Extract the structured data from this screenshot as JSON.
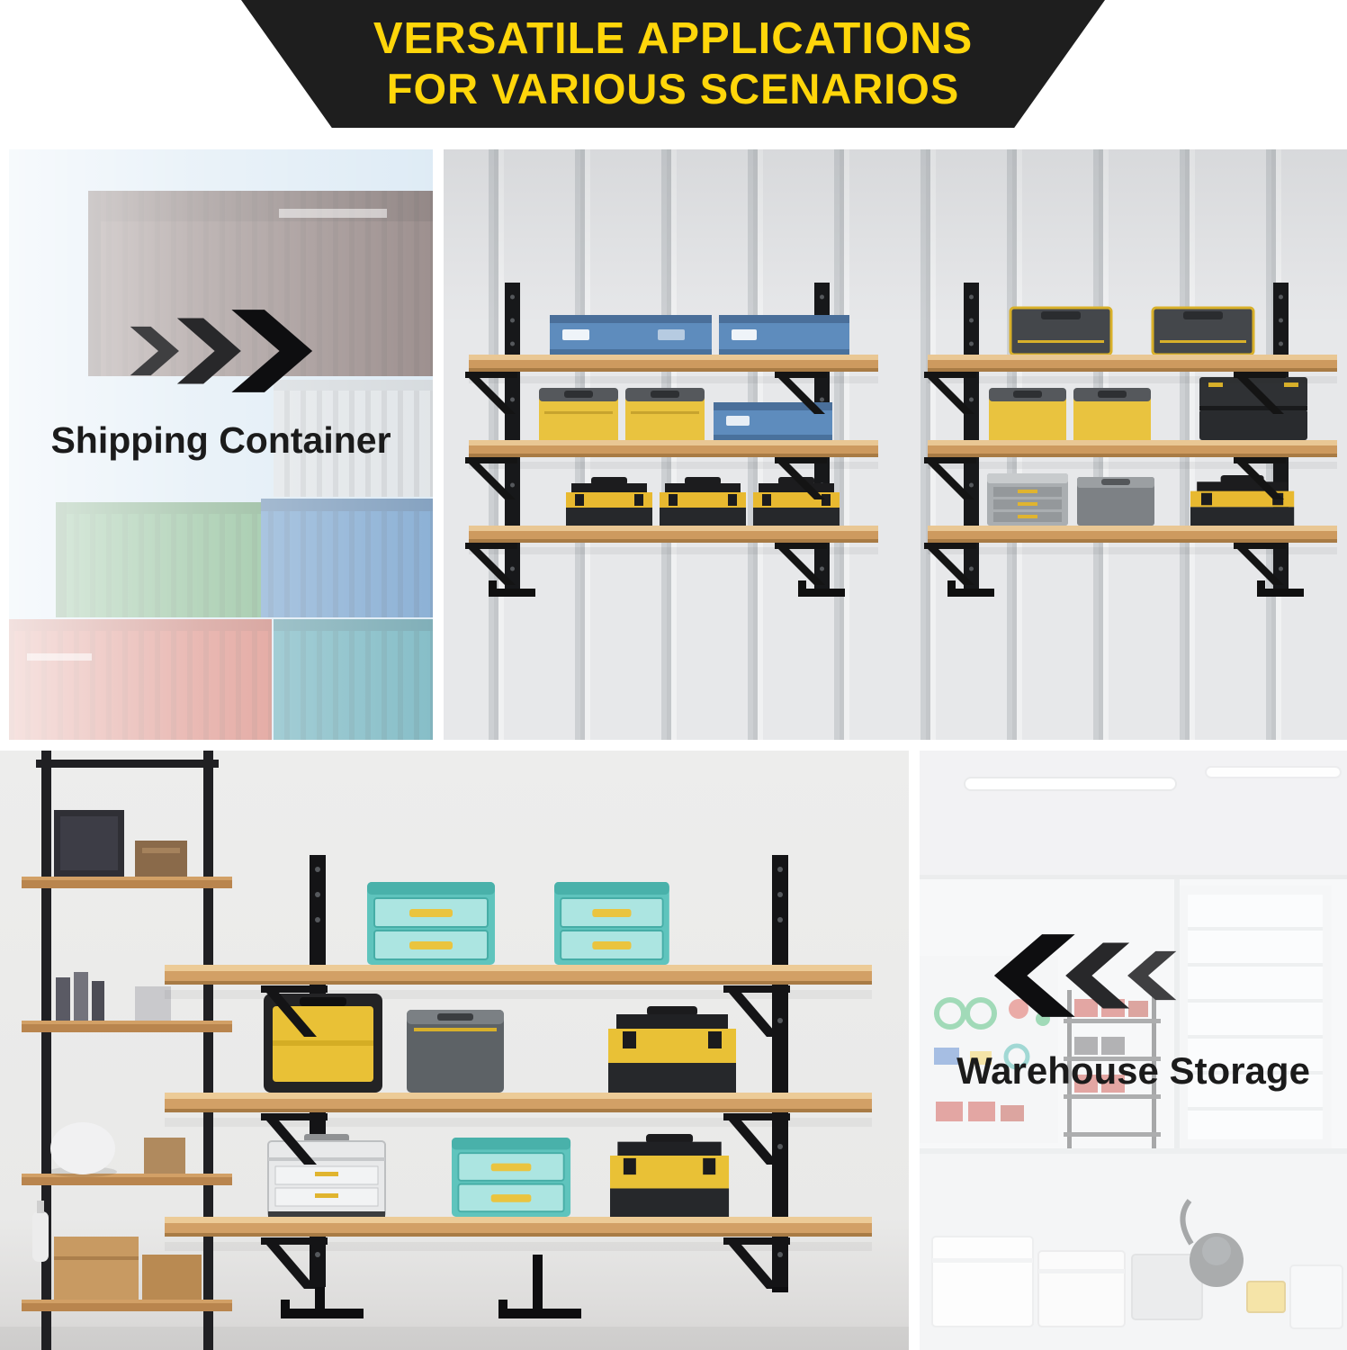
{
  "banner": {
    "line1": "VERSATILE APPLICATIONS",
    "line2": "FOR VARIOUS SCENARIOS"
  },
  "scenes": {
    "shipping": {
      "label": "Shipping Container",
      "arrow_icon": "triple-chevron-right-icon"
    },
    "garage_wall_shelves": {
      "content_icon": "wall-mounted-shelf-brackets-with-toolboxes"
    },
    "room_wall_shelves": {
      "content_icon": "wall-mounted-shelf-brackets-with-toolboxes"
    },
    "warehouse": {
      "label": "Warehouse Storage",
      "arrow_icon": "triple-chevron-left-icon"
    }
  },
  "colors": {
    "banner_background": "#1e1e1e",
    "banner_text_yellow": "#ffd60a",
    "caption_text": "#1b1b1b",
    "arrow_black": "#0e0e10",
    "shelf_wood": "#d2a066",
    "bracket_black": "#141416",
    "toolbox_yellow": "#e9c136",
    "crate_blue": "#5e8cbd",
    "case_teal": "#5fc4bd"
  }
}
